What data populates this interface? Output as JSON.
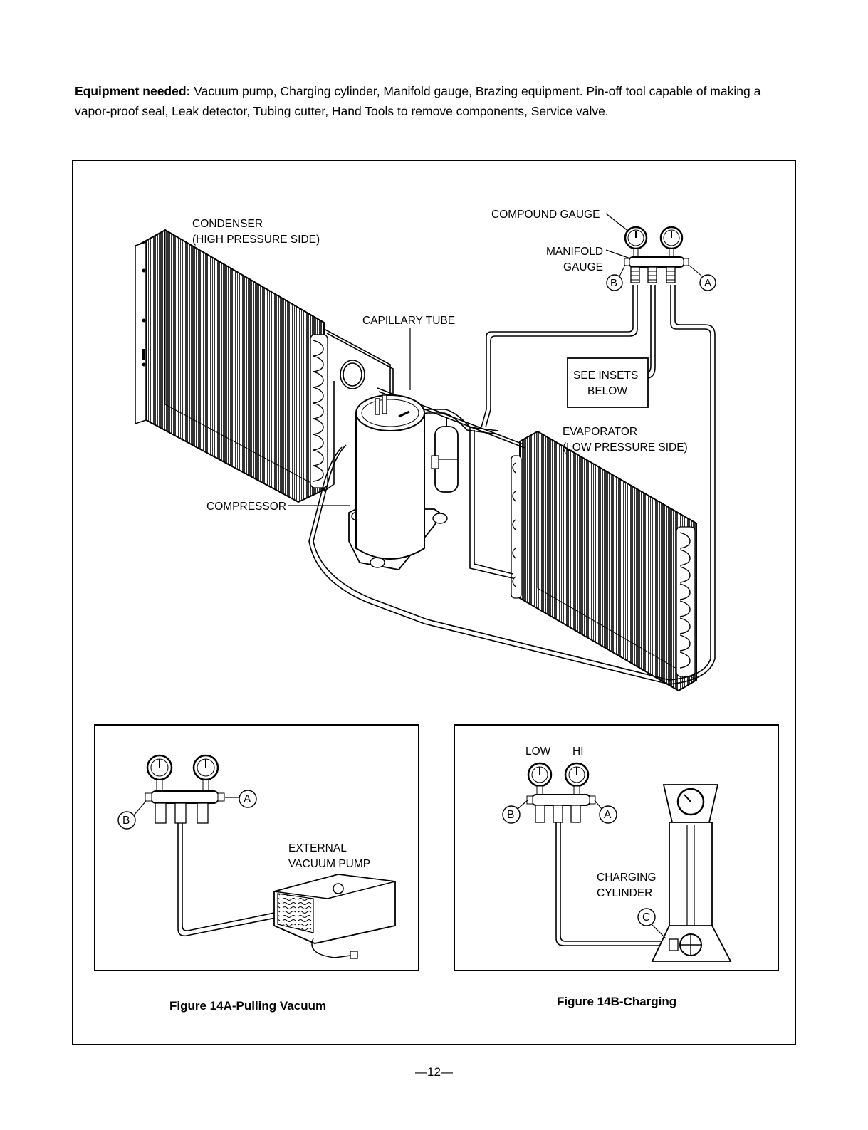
{
  "intro": {
    "lead": "Equipment needed:",
    "text": " Vacuum pump, Charging cylinder,  Manifold gauge, Brazing equipment. Pin-off tool capable of making a vapor-proof seal, Leak detector, Tubing cutter, Hand Tools to remove components, Service valve."
  },
  "main_diagram": {
    "condenser": "CONDENSER",
    "condenser_sub": "(HIGH PRESSURE SIDE)",
    "compound_gauge": "COMPOUND GAUGE",
    "manifold_1": "MANIFOLD",
    "manifold_2": "GAUGE",
    "capillary": "CAPILLARY TUBE",
    "insets_1": "SEE INSETS",
    "insets_2": "BELOW",
    "evaporator": "EVAPORATOR",
    "evaporator_sub": "(LOW PRESSURE SIDE)",
    "compressor": "COMPRESSOR",
    "port_b": "B",
    "port_a": "A"
  },
  "inset_a": {
    "port_b": "B",
    "port_a": "A",
    "pump_1": "EXTERNAL",
    "pump_2": "VACUUM PUMP",
    "caption": "Figure 14A-Pulling Vacuum"
  },
  "inset_b": {
    "low": "LOW",
    "hi": "HI",
    "port_b": "B",
    "port_a": "A",
    "cyl_1": "CHARGING",
    "cyl_2": "CYLINDER",
    "port_c": "C",
    "caption": "Figure 14B-Charging"
  },
  "page_number": "—12—"
}
